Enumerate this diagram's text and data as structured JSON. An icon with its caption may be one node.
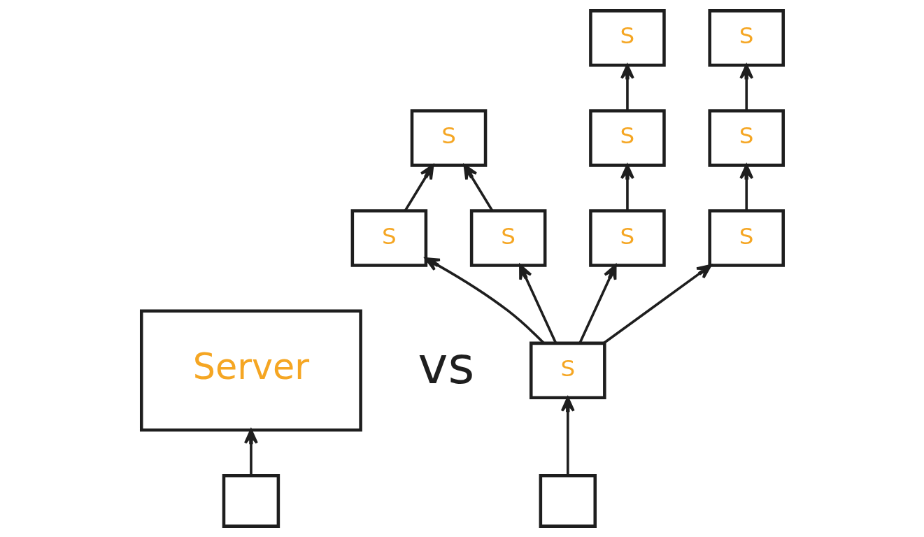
{
  "diagram": {
    "nodes": [
      {
        "text": [
          "Server"
        ]
      },
      {
        "text": [],
        "shape": "box"
      },
      {
        "text": [
          "S"
        ]
      },
      {
        "text": [
          "S"
        ]
      },
      {
        "text": [
          "S"
        ]
      },
      {
        "text": [
          "S"
        ]
      },
      {
        "text": [
          "S"
        ]
      },
      {
        "text": [
          "S"
        ]
      },
      {
        "text": [
          "S"
        ]
      },
      {
        "text": [
          "S"
        ]
      },
      {
        "text": [
          "S"
        ]
      },
      {
        "text": [
          "S"
        ]
      },
      {
        "text": [],
        "shape": "box"
      }
    ],
    "edges": [
      {
        "from": 1,
        "to": 0,
        "arrow": "to"
      },
      {
        "from": 12,
        "to": 10,
        "arrow": "to"
      },
      {
        "from": 10,
        "to": 9,
        "arrow": "to"
      },
      {
        "from": 10,
        "to": 5,
        "arrow": "to"
      },
      {
        "from": 10,
        "to": 8,
        "arrow": "to"
      },
      {
        "from": 10,
        "to": 11,
        "arrow": "to"
      },
      {
        "from": 9,
        "to": 2,
        "arrow": "to"
      },
      {
        "from": 5,
        "to": 2,
        "arrow": "to"
      },
      {
        "from": 8,
        "to": 6,
        "arrow": "to"
      },
      {
        "from": 6,
        "to": 3,
        "arrow": "to"
      },
      {
        "from": 11,
        "to": 7,
        "arrow": "to"
      },
      {
        "from": 7,
        "to": 4,
        "arrow": "to"
      }
    ],
    "labels": [
      "vs"
    ]
  }
}
